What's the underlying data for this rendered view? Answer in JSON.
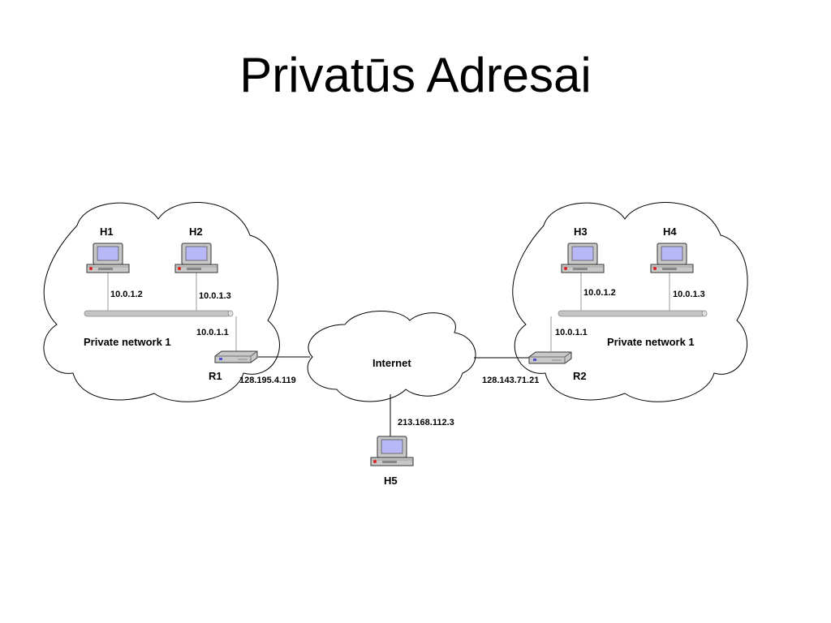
{
  "title": "Privatūs Adresai",
  "diagram": {
    "left_network": {
      "label": "Private network 1",
      "hosts": [
        {
          "name": "H1",
          "ip": "10.0.1.2"
        },
        {
          "name": "H2",
          "ip": "10.0.1.3"
        }
      ],
      "router": {
        "name": "R1",
        "inside_ip": "10.0.1.1",
        "outside_ip": "128.195.4.119"
      }
    },
    "right_network": {
      "label": "Private network 1",
      "hosts": [
        {
          "name": "H3",
          "ip": "10.0.1.2"
        },
        {
          "name": "H4",
          "ip": "10.0.1.3"
        }
      ],
      "router": {
        "name": "R2",
        "inside_ip": "10.0.1.1",
        "outside_ip": "128.143.71.21"
      }
    },
    "internet": {
      "label": "Internet"
    },
    "external_host": {
      "name": "H5",
      "ip": "213.168.112.3"
    }
  },
  "colors": {
    "screen": "#b8b8f8",
    "led": "#e02020",
    "device": "#c8c8c8",
    "bus": "#c4c4c4"
  }
}
